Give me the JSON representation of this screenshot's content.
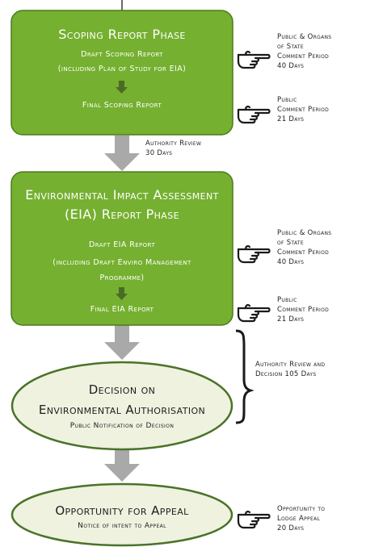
{
  "colors": {
    "phase_box_fill": "#75b030",
    "phase_box_border": "#4d7a1a",
    "oval_fill": "#eef2df",
    "oval_border": "#4a7328",
    "arrow": "#a9a9a9",
    "hand_icon": "#1a1a1a"
  },
  "scoping_phase": {
    "title": "Scoping Report Phase",
    "draft": "Draft Scoping Report",
    "draft_detail": "(including Plan of Study for EIA)",
    "final": "Final Scoping Report"
  },
  "eia_phase": {
    "title_line1": "Environmental Impact Assessment",
    "title_line2": "(EIA) Report Phase",
    "draft": "Draft EIA Report",
    "draft_detail_line1": "(including Draft Enviro Management",
    "draft_detail_line2": "Programme)",
    "final": "Final EIA Report"
  },
  "decision": {
    "title_line1": "Decision on",
    "title_line2": "Environmental Authorisation",
    "subtitle": "Public Notification of Decision"
  },
  "appeal": {
    "title": "Opportunity for Appeal",
    "subtitle": "Notice of intent to Appeal"
  },
  "side_notes": {
    "scoping_draft_comment": "Public & Organs\nof State\nComment Period\n40 Days",
    "scoping_final_comment": "Public\nComment Period\n21 Days",
    "authority_review": "Authority Review\n30 Days",
    "eia_draft_comment": "Public & Organs\nof State\nComment Period\n40 Days",
    "eia_final_comment": "Public\nComment Period\n21 Days",
    "decision_review": "Authority Review and\nDecision 105 Days",
    "appeal_period": "Opportunity to\nLodge Appeal\n20 Days"
  },
  "icons": {
    "pointing_hand": "pointing-hand-icon",
    "curly_brace": "curly-brace-icon",
    "down_arrow": "down-arrow-icon"
  }
}
